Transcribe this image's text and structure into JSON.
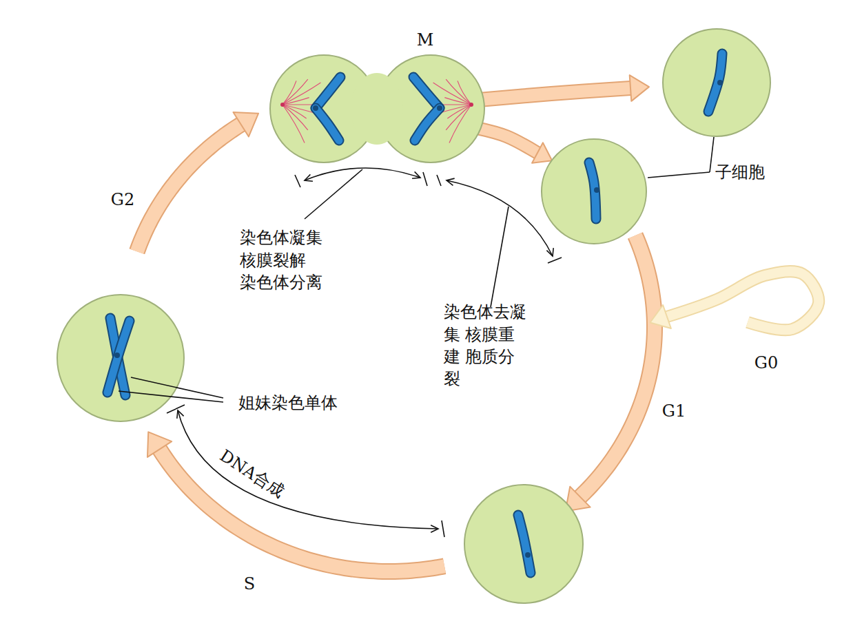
{
  "diagram": {
    "labels": [
      "M",
      "G2",
      "S",
      "G1",
      "G0",
      "子细胞",
      "染色体凝集 核膜裂解 染色体分离",
      "染色体去凝集 核膜重建 胞质分裂",
      "姐妹染色单体",
      "DNA合成"
    ]
  }
}
